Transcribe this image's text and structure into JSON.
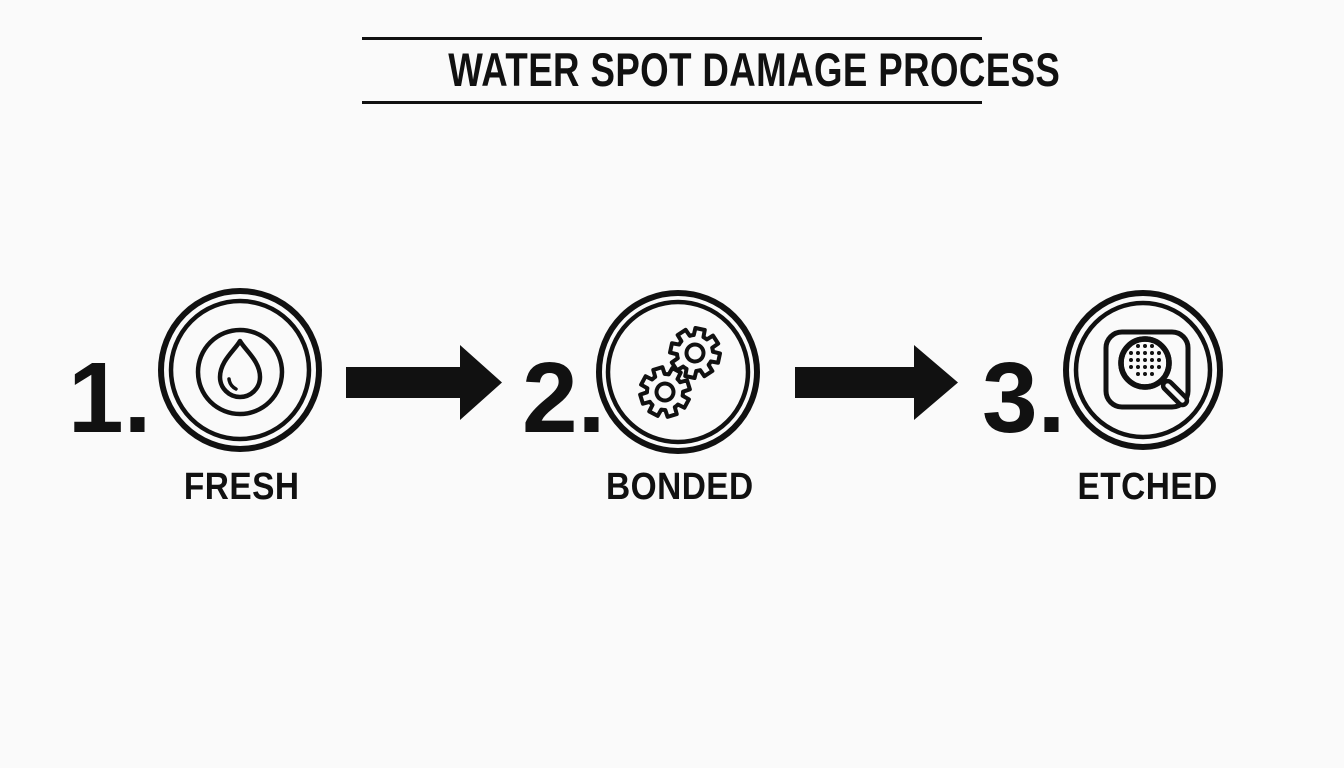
{
  "title": "WATER SPOT DAMAGE PROCESS",
  "steps": [
    {
      "number": "1.",
      "label": "FRESH",
      "icon": "water-drop-icon"
    },
    {
      "number": "2.",
      "label": "BONDED",
      "icon": "gears-icon"
    },
    {
      "number": "3.",
      "label": "ETCHED",
      "icon": "magnifying-glass-icon"
    }
  ],
  "arrow_icon": "arrow-right-icon",
  "colors": {
    "ink": "#111111",
    "background": "#fafafa"
  }
}
